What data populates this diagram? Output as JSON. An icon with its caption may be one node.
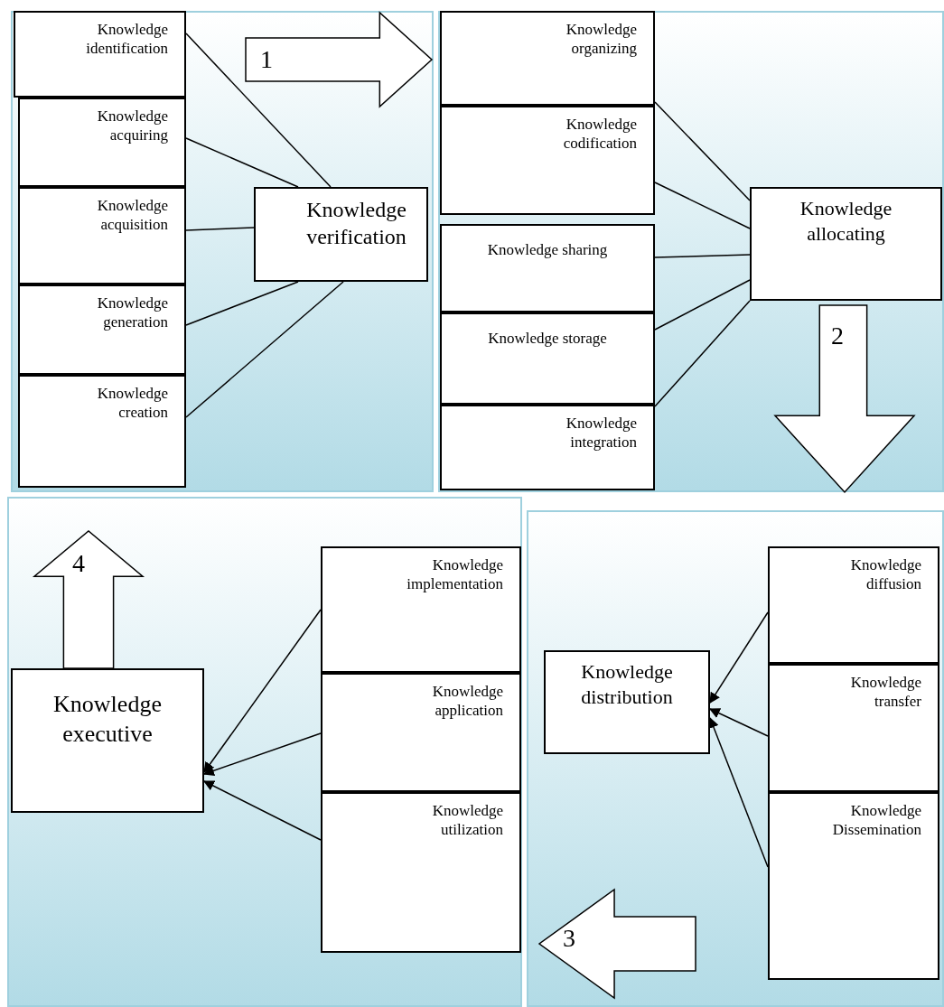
{
  "diagram": {
    "nodes": [
      {
        "text": [],
        "shape": "box"
      },
      {
        "text": [
          "Knowledge identification"
        ],
        "in": 0
      },
      {
        "text": [
          "Knowledge acquiring"
        ],
        "in": 0
      },
      {
        "text": [
          "Knowledge acquisition"
        ],
        "in": 0
      },
      {
        "text": [
          "Knowledge generation"
        ],
        "in": 0
      },
      {
        "text": [
          "Knowledge creation"
        ],
        "in": 0
      },
      {
        "text": [
          "Knowledge verification"
        ],
        "in": 0
      },
      {
        "text": [
          "1"
        ],
        "in": 0
      },
      {
        "text": [],
        "shape": "box"
      },
      {
        "text": [
          "Knowledge organizing"
        ],
        "in": 8
      },
      {
        "text": [
          "Knowledge codification"
        ],
        "in": 8
      },
      {
        "text": [
          "Knowledge sharing"
        ],
        "in": 8
      },
      {
        "text": [
          "Knowledge storage"
        ],
        "in": 8
      },
      {
        "text": [
          "Knowledge integration"
        ],
        "in": 8
      },
      {
        "text": [
          "Knowledge allocating"
        ],
        "in": 8
      },
      {
        "text": [
          "2"
        ],
        "in": 8
      },
      {
        "text": [],
        "shape": "box"
      },
      {
        "text": [
          "4"
        ],
        "in": 16
      },
      {
        "text": [
          "Knowledge executive"
        ],
        "in": 16
      },
      {
        "text": [
          "Knowledge implementation"
        ],
        "in": 16
      },
      {
        "text": [
          "Knowledge application"
        ],
        "in": 16
      },
      {
        "text": [
          "Knowledge utilization"
        ],
        "in": 16
      },
      {
        "text": [],
        "shape": "box"
      },
      {
        "text": [
          "Knowledge distribution"
        ],
        "in": 22
      },
      {
        "text": [
          "Knowledge diffusion"
        ],
        "in": 22
      },
      {
        "text": [
          "Knowledge transfer"
        ],
        "in": 22
      },
      {
        "text": [
          "Knowledge Dissemination"
        ],
        "in": 22
      },
      {
        "text": [
          "3"
        ],
        "in": 22
      }
    ],
    "edges": [
      {
        "from": 1,
        "to": 6,
        "arrow": "none"
      },
      {
        "from": 2,
        "to": 6,
        "arrow": "none"
      },
      {
        "from": 3,
        "to": 6,
        "arrow": "none"
      },
      {
        "from": 4,
        "to": 6,
        "arrow": "none"
      },
      {
        "from": 5,
        "to": 6,
        "arrow": "none"
      },
      {
        "from": 9,
        "to": 14,
        "arrow": "none"
      },
      {
        "from": 10,
        "to": 14,
        "arrow": "none"
      },
      {
        "from": 11,
        "to": 14,
        "arrow": "none"
      },
      {
        "from": 12,
        "to": 14,
        "arrow": "none"
      },
      {
        "from": 13,
        "to": 14,
        "arrow": "none"
      },
      {
        "from": 19,
        "to": 18,
        "arrow": "to"
      },
      {
        "from": 20,
        "to": 18,
        "arrow": "to"
      },
      {
        "from": 21,
        "to": 18,
        "arrow": "to"
      },
      {
        "from": 24,
        "to": 23,
        "arrow": "to"
      },
      {
        "from": 25,
        "to": 23,
        "arrow": "to"
      },
      {
        "from": 26,
        "to": 23,
        "arrow": "to"
      }
    ]
  }
}
